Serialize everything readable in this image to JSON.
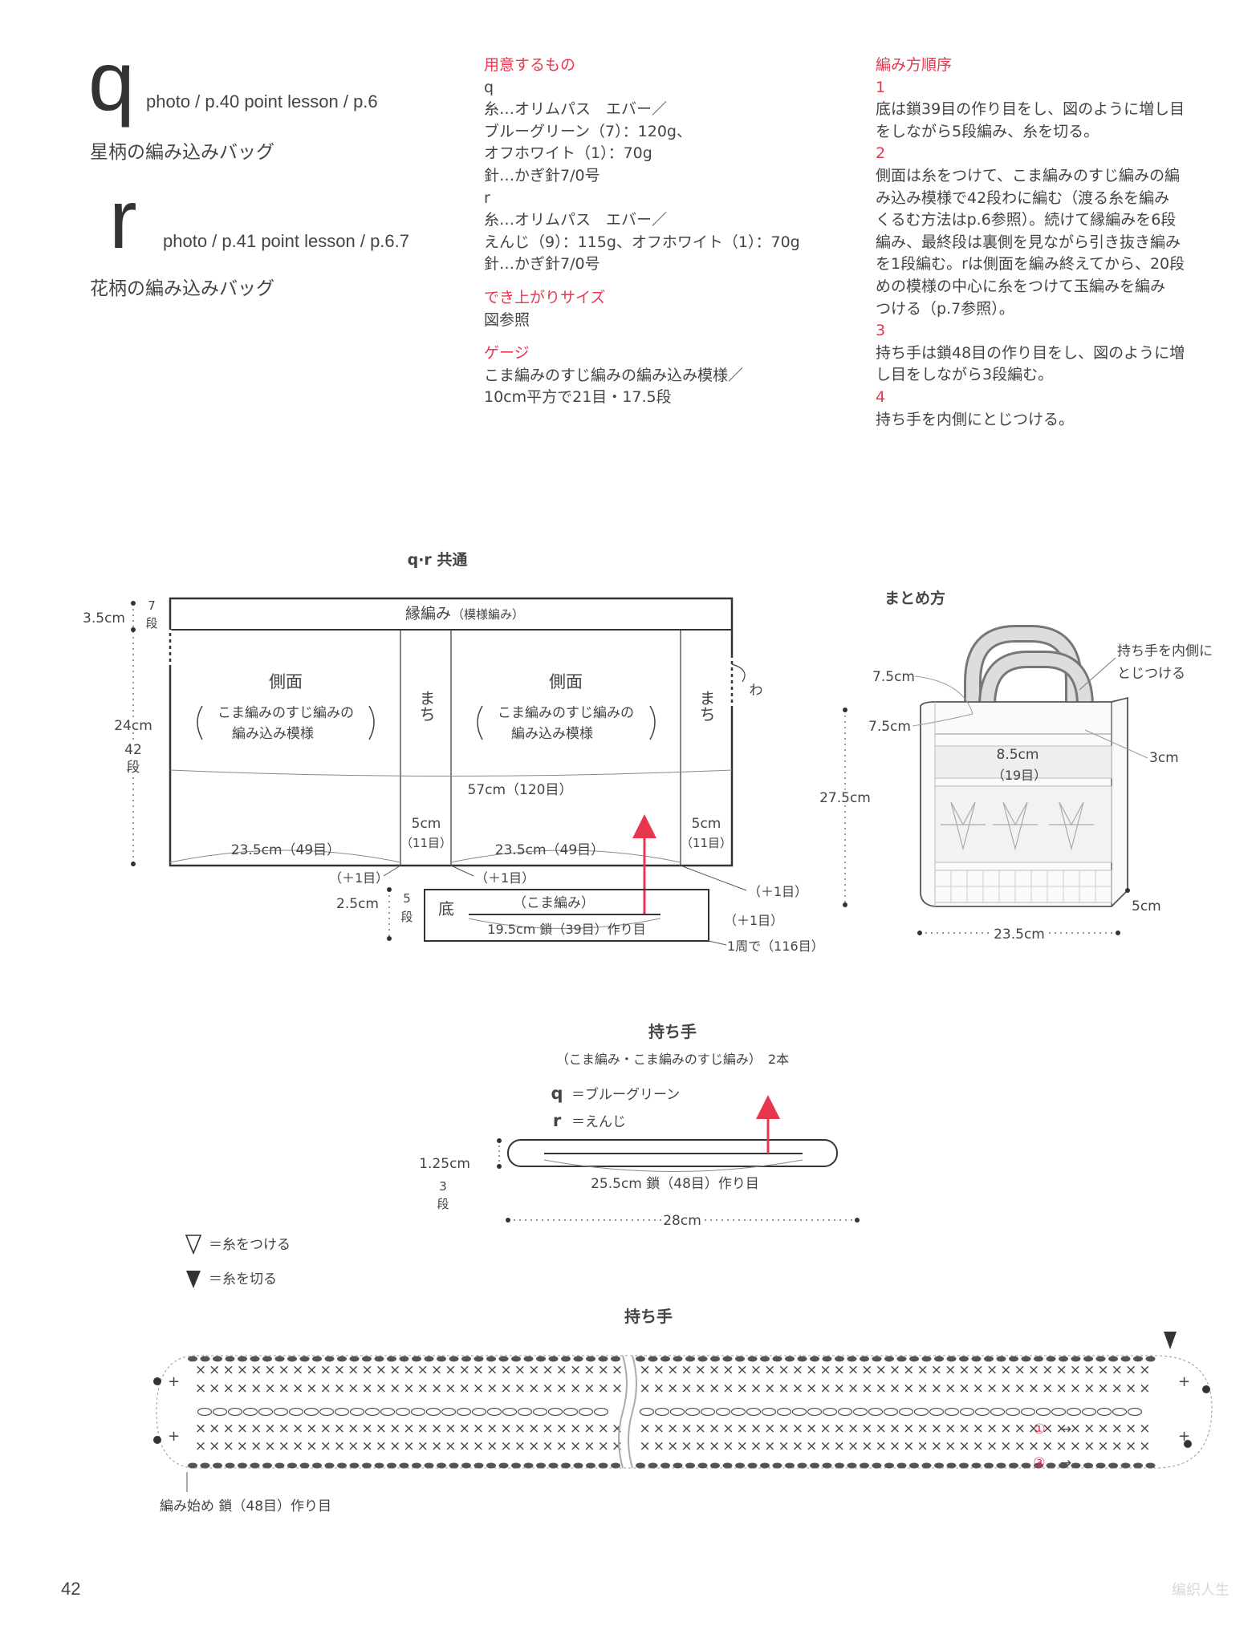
{
  "q": {
    "letter": "q",
    "photo": "photo / p.40  point lesson / p.6",
    "title": "星柄の編み込みバッグ"
  },
  "r": {
    "letter": "r",
    "photo": "photo / p.41  point lesson / p.6.7",
    "title": "花柄の編み込みバッグ"
  },
  "materials": {
    "heading": "用意するもの",
    "lines": [
      "q",
      "糸…オリムパス　エバー／",
      "ブルーグリーン（7）：120g、",
      "オフホワイト（1）：70g",
      "針…かぎ針7/0号",
      "r",
      "糸…オリムパス　エバー／",
      "えんじ（9）：115g、オフホワイト（1）：70g",
      "針…かぎ針7/0号"
    ],
    "size_heading": "でき上がりサイズ",
    "size_text": "図参照",
    "gauge_heading": "ゲージ",
    "gauge_lines": [
      "こま編みのすじ編みの編み込み模様／",
      "10cm平方で21目・17.5段"
    ]
  },
  "steps": {
    "heading": "編み方順序",
    "items": [
      {
        "num": "1",
        "lines": [
          "底は鎖39目の作り目をし、図のように増し目",
          "をしながら5段編み、糸を切る。"
        ]
      },
      {
        "num": "2",
        "lines": [
          "側面は糸をつけて、こま編みのすじ編みの編",
          "み込み模様で42段わに編む（渡る糸を編み",
          "くるむ方法はp.6参照）。続けて縁編みを6段",
          "編み、最終段は裏側を見ながら引き抜き編み",
          "を1段編む。rは側面を編み終えてから、20段",
          "めの模様の中心に糸をつけて玉編みを編み",
          "つける（p.7参照）。"
        ]
      },
      {
        "num": "3",
        "lines": [
          "持ち手は鎖48目の作り目をし、図のように増",
          "し目をしながら3段編む。"
        ]
      },
      {
        "num": "4",
        "lines": [
          "持ち手を内側にとじつける。"
        ]
      }
    ]
  },
  "body_diagram": {
    "title": "q·r 共通",
    "edge": "縁編み",
    "edge_sub": "（模様編み）",
    "side": "側面",
    "side_sub1": "こま編みのすじ編みの",
    "side_sub2": "編み込み模様",
    "gusset": "まち",
    "wa": "わ",
    "left_top_cm": "3.5cm",
    "left_top_rows": "7",
    "left_top_dan": "段",
    "left_cm": "24cm",
    "left_rows": "42",
    "left_dan": "段",
    "width_total": "57cm（120目）",
    "side_width": "23.5cm（49目）",
    "gusset_cm": "5cm",
    "gusset_st": "（11目）",
    "plus1": "（＋1目）",
    "bottom_cm": "2.5cm",
    "bottom_rows": "5",
    "bottom_dan": "段",
    "bottom": "底",
    "bottom_sub": "（こま編み）",
    "bottom_chain": "19.5cm 鎖（39目）作り目",
    "round": "1周で（116目）"
  },
  "assembly": {
    "title": "まとめ方",
    "note1": "持ち手を内側に",
    "note2": "とじつける",
    "d1": "7.5cm",
    "d2": "7.5cm",
    "d3": "8.5cm",
    "d3b": "（19目）",
    "d4": "3cm",
    "height": "27.5cm",
    "width": "23.5cm",
    "depth": "5cm"
  },
  "handle": {
    "title": "持ち手",
    "sub": "（こま編み・こま編みのすじ編み）　2本",
    "q_label": "q",
    "q_color": "＝ブルーグリーン",
    "r_label": "r",
    "r_color": "＝えんじ",
    "height_cm": "1.25cm",
    "rows": "3",
    "dan": "段",
    "chain": "25.5cm 鎖（48目）作り目",
    "length": "28cm"
  },
  "legend": {
    "attach": "＝糸をつける",
    "cut": "＝糸を切る"
  },
  "chart": {
    "title": "持ち手",
    "start": "編み始め 鎖（48目）作り目",
    "row1": "①",
    "row3": "③",
    "arrow": "→"
  },
  "page_number": "42",
  "watermark": "编织人生",
  "colors": {
    "accent_red": "#e8364f",
    "ink": "#3a3a3a"
  }
}
